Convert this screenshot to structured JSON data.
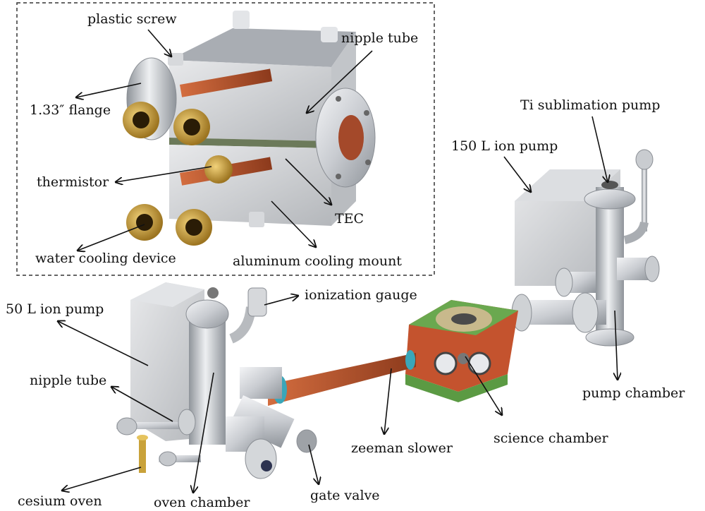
{
  "inset_labels": {
    "plastic_screw": "plastic screw",
    "nipple_tube_inset": "nipple tube",
    "flange": "1.33″ flange",
    "thermistor": "thermistor",
    "tec": "TEC",
    "water_cooling": "water cooling device",
    "aluminum_mount": "aluminum cooling mount"
  },
  "main_labels": {
    "ti_sublimation_pump": "Ti sublimation pump",
    "ion_pump_150": "150 L ion pump",
    "ion_pump_50": "50 L ion pump",
    "ionization_gauge": "ionization gauge",
    "nipple_tube": "nipple tube",
    "cesium_oven": "cesium oven",
    "oven_chamber": "oven chamber",
    "gate_valve": "gate valve",
    "zeeman_slower": "zeeman slower",
    "science_chamber": "science chamber",
    "pump_chamber": "pump chamber"
  },
  "colors": {
    "metal_light": "#dfe2e6",
    "metal_dark": "#9aa0a6",
    "copper": "#b5522e",
    "brass": "#c9a23a",
    "green_frame": "#6aa84f",
    "teal_flange": "#3aa6b9"
  }
}
